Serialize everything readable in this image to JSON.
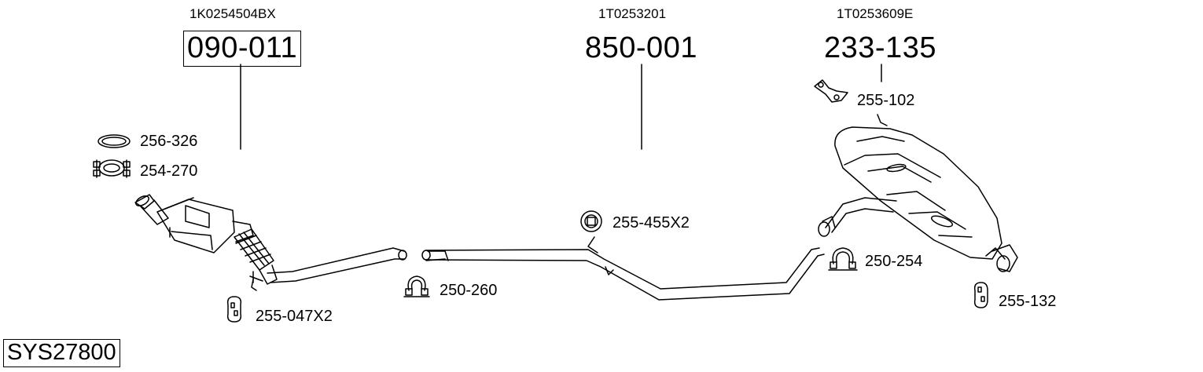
{
  "assemblies": [
    {
      "oem_number": "1K0254504BX",
      "part_number": "090-011"
    },
    {
      "oem_number": "1T0253201",
      "part_number": "850-001"
    },
    {
      "oem_number": "1T0253609E",
      "part_number": "233-135"
    }
  ],
  "accessories": {
    "gasket_ring": "256-326",
    "flange_clamp": "254-270",
    "rubber_hanger_front": "255-047X2",
    "clamp_front": "250-260",
    "rubber_hanger_mid": "255-455X2",
    "bracket": "255-102",
    "clamp_rear": "250-254",
    "rubber_hanger_rear": "255-132"
  },
  "system_code": "SYS27800"
}
